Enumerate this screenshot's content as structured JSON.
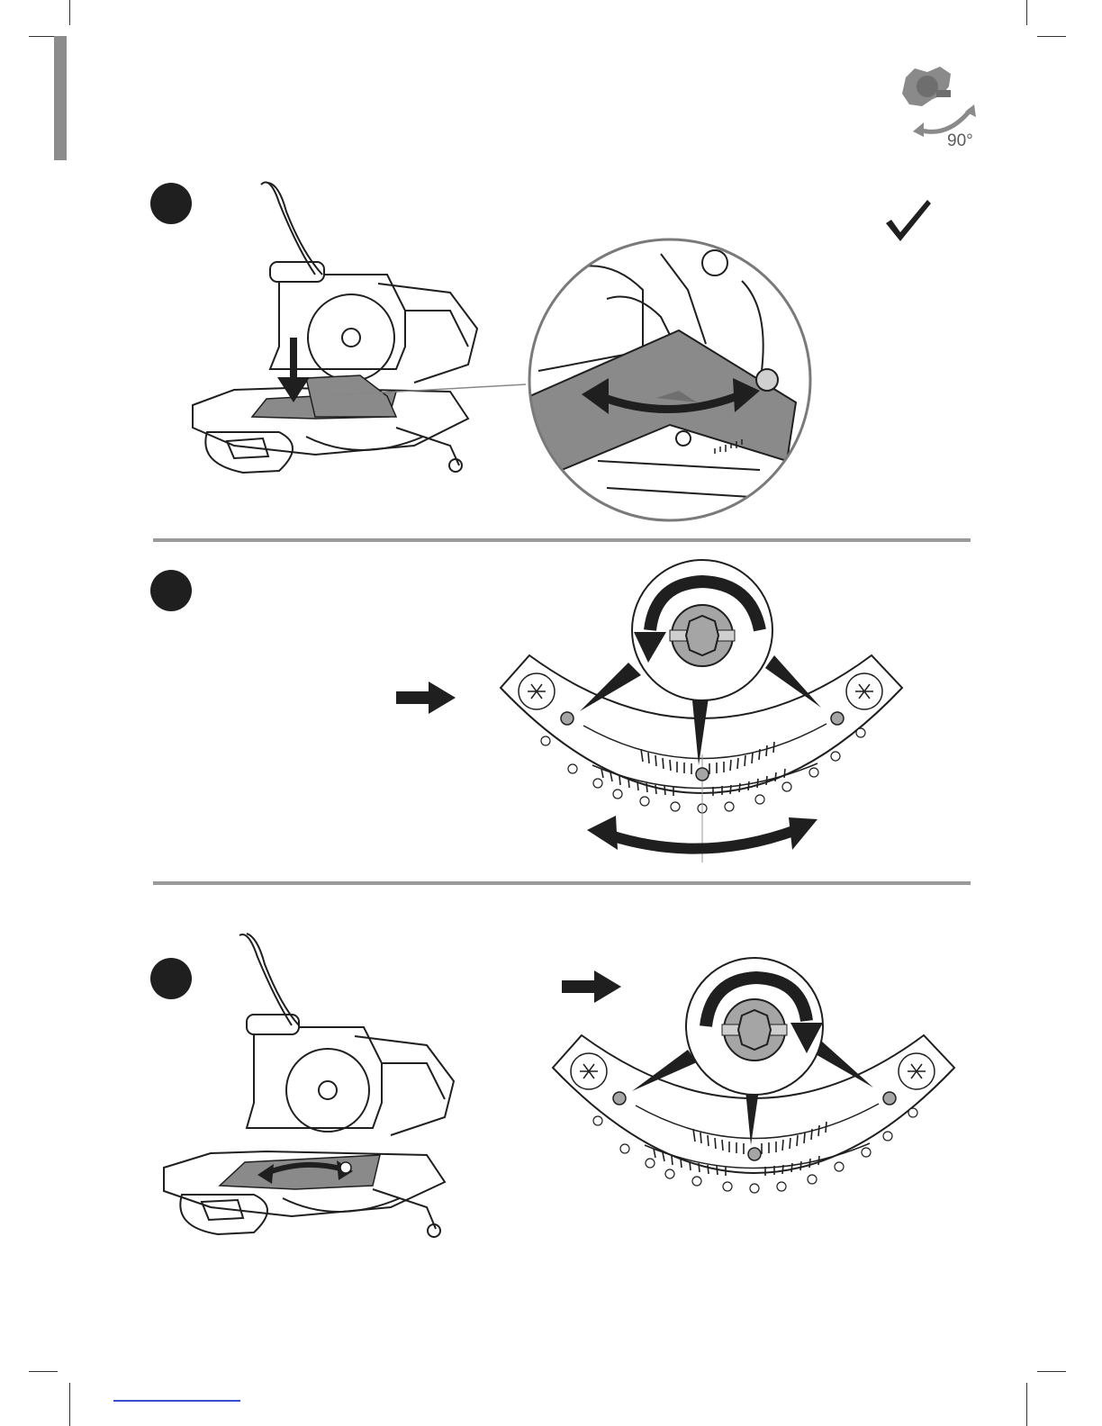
{
  "header": {
    "angle_label": "90°"
  },
  "steps": [
    {
      "name": "step-1",
      "status": "check"
    },
    {
      "name": "step-2"
    },
    {
      "name": "step-3"
    }
  ],
  "colors": {
    "side_tab": "#8c8c8c",
    "divider": "#9a9a9a",
    "board": "#8a8a8a",
    "knob": "#a5a5a5",
    "ink": "#1f1f1f",
    "footer_link": "#3b4cd1"
  },
  "icons": [
    "miter-saw-rotate-icon",
    "check-icon",
    "right-arrow-icon",
    "rotate-ccw-icon",
    "rotate-cw-icon",
    "double-arrow-icon",
    "down-arrow-icon"
  ]
}
